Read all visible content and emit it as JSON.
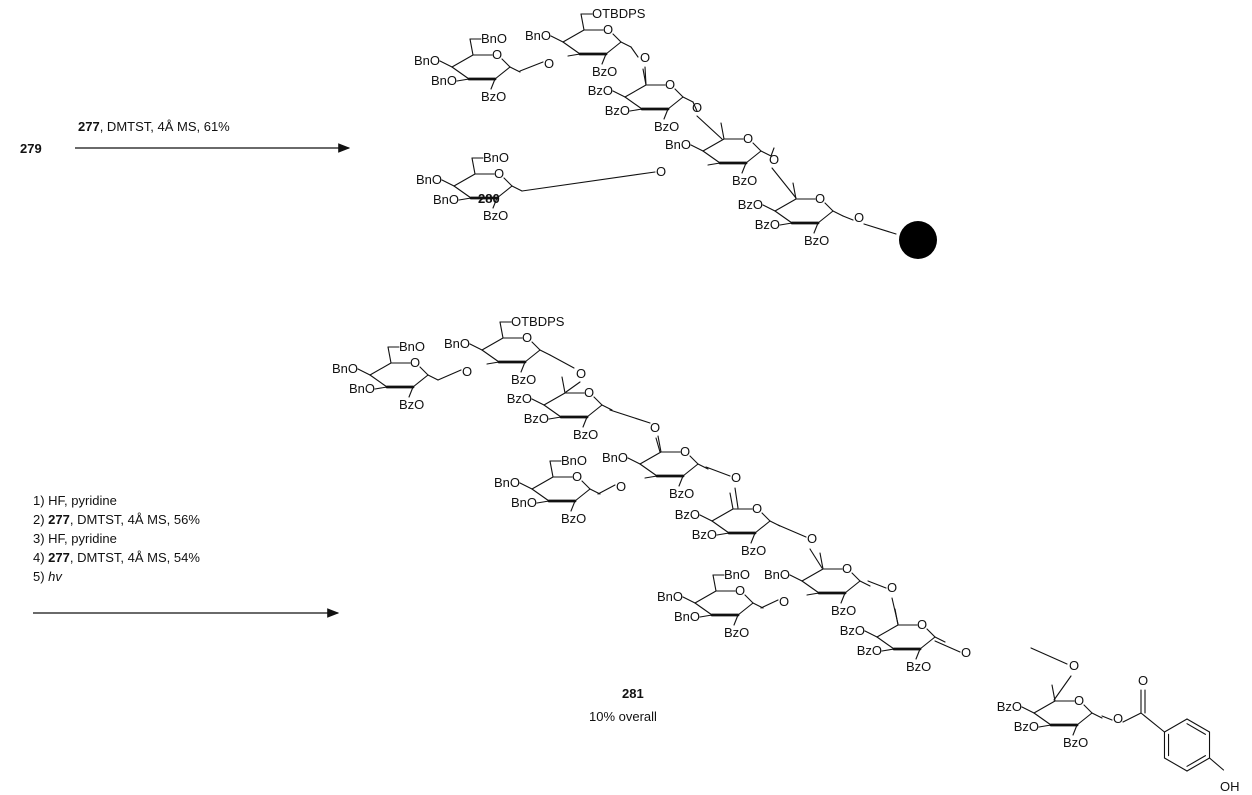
{
  "step1": {
    "start": "279",
    "reagent": "277",
    "conditions": ", DMTST, 4Å MS, 61%",
    "product": "280"
  },
  "step2": {
    "conditions": [
      {
        "prefix": "1) ",
        "bold": "",
        "text": "HF, pyridine"
      },
      {
        "prefix": "2) ",
        "bold": "277",
        "text": ", DMTST, 4Å MS, 56%"
      },
      {
        "prefix": "3) ",
        "bold": "",
        "text": "HF, pyridine"
      },
      {
        "prefix": "4) ",
        "bold": "277",
        "text": ", DMTST, 4Å MS, 54%"
      },
      {
        "prefix": "5) ",
        "bold": "",
        "text": "hv",
        "italic": true
      }
    ],
    "product": "281",
    "yield_note": "10% overall"
  },
  "groups": {
    "bn": "BnO",
    "bz": "BzO",
    "tbdps": "OTBDPS",
    "o": "O",
    "carbonyl_o": "O",
    "oh": "OH"
  },
  "colors": {
    "ink": "#111111",
    "bead": "#000000"
  }
}
